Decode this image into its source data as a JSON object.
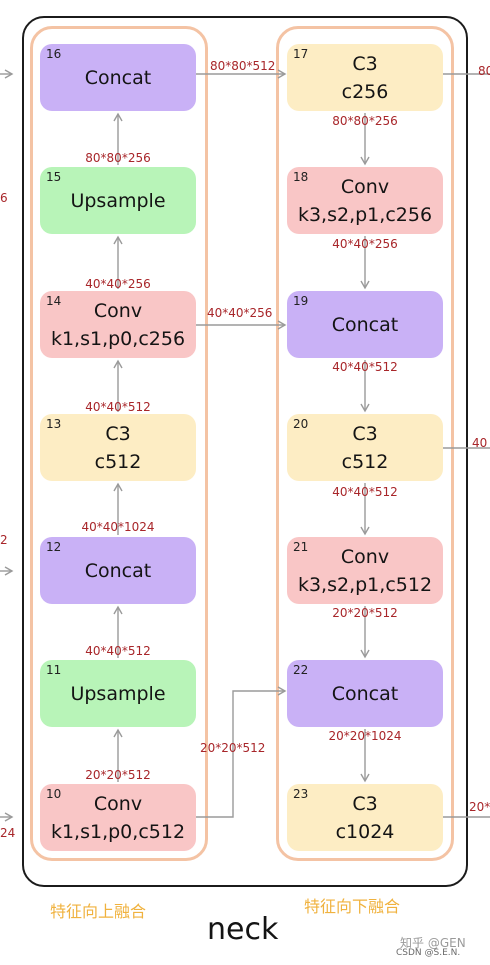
{
  "title": "neck",
  "captions": {
    "left": "特征向上融合",
    "right": "特征向下融合"
  },
  "watermark": {
    "main": "知乎 @GEN",
    "sub": "CSDN @S.E.N."
  },
  "left_nodes": [
    {
      "id": "16",
      "lines": [
        "Concat"
      ],
      "color": "purple"
    },
    {
      "id": "15",
      "lines": [
        "Upsample"
      ],
      "color": "green"
    },
    {
      "id": "14",
      "lines": [
        "Conv",
        "k1,s1,p0,c256"
      ],
      "color": "pink"
    },
    {
      "id": "13",
      "lines": [
        "C3",
        "c512"
      ],
      "color": "yellow"
    },
    {
      "id": "12",
      "lines": [
        "Concat"
      ],
      "color": "purple"
    },
    {
      "id": "11",
      "lines": [
        "Upsample"
      ],
      "color": "green"
    },
    {
      "id": "10",
      "lines": [
        "Conv",
        "k1,s1,p0,c512"
      ],
      "color": "pink"
    }
  ],
  "right_nodes": [
    {
      "id": "17",
      "lines": [
        "C3",
        "c256"
      ],
      "color": "yellow"
    },
    {
      "id": "18",
      "lines": [
        "Conv",
        "k3,s2,p1,c256"
      ],
      "color": "pink"
    },
    {
      "id": "19",
      "lines": [
        "Concat"
      ],
      "color": "purple"
    },
    {
      "id": "20",
      "lines": [
        "C3",
        "c512"
      ],
      "color": "yellow"
    },
    {
      "id": "21",
      "lines": [
        "Conv",
        "k3,s2,p1,c512"
      ],
      "color": "pink"
    },
    {
      "id": "22",
      "lines": [
        "Concat"
      ],
      "color": "purple"
    },
    {
      "id": "23",
      "lines": [
        "C3",
        "c1024"
      ],
      "color": "yellow"
    }
  ],
  "left_labels": [
    "80*80*256",
    "40*40*256",
    "40*40*512",
    "40*40*1024",
    "40*40*512",
    "20*20*512"
  ],
  "right_labels": [
    "80*80*256",
    "40*40*256",
    "40*40*512",
    "40*40*512",
    "20*20*512",
    "20*20*1024"
  ],
  "cross_labels": [
    "80*80*512",
    "40*40*256",
    "20*20*512"
  ],
  "edge_labels": {
    "left": [
      "6",
      "2",
      "24"
    ],
    "right": [
      "80",
      "40",
      "20*"
    ]
  },
  "colors": {
    "purple": "#c9b1f6",
    "green": "#b8f4b8",
    "pink": "#f9c6c6",
    "yellow": "#fdedc4",
    "column_border": "#f4c3a4",
    "label_text": "#a8262a",
    "arrow": "#9a9a9a",
    "caption": "#f0b23e"
  }
}
